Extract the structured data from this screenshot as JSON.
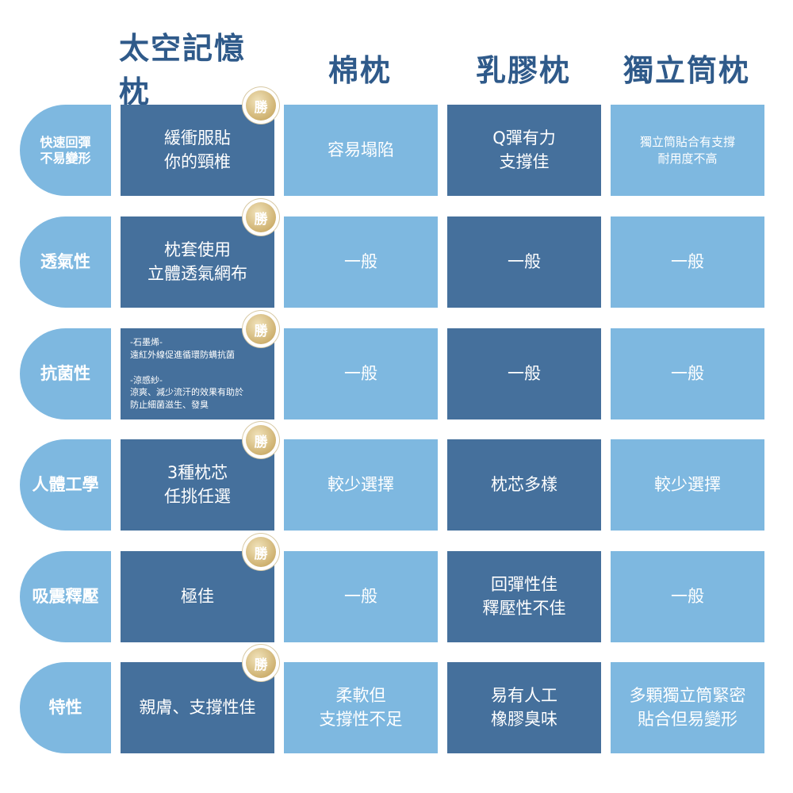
{
  "columns": [
    "太空記憶枕",
    "棉枕",
    "乳膠枕",
    "獨立筒枕"
  ],
  "badge": "勝",
  "rows": [
    {
      "label": "快速回彈\n不易變形",
      "cells": [
        "緩衝服貼\n你的頸椎",
        "容易塌陷",
        "Q彈有力\n支撐佳",
        "獨立筒貼合有支撐\n耐用度不高"
      ]
    },
    {
      "label": "透氣性",
      "cells": [
        "枕套使用\n立體透氣網布",
        "一般",
        "一般",
        "一般"
      ]
    },
    {
      "label": "抗菌性",
      "cells": [
        "-石墨烯-\n遠紅外線促進循環防螨抗菌\n\n-涼感紗-\n涼爽、減少流汗的效果有助於\n防止細菌滋生、發臭",
        "一般",
        "一般",
        "一般"
      ]
    },
    {
      "label": "人體工學",
      "cells": [
        "3種枕芯\n任挑任選",
        "較少選擇",
        "枕芯多樣",
        "較少選擇"
      ]
    },
    {
      "label": "吸震釋壓",
      "cells": [
        "極佳",
        "一般",
        "回彈性佳\n釋壓性不佳",
        "一般"
      ]
    },
    {
      "label": "特性",
      "cells": [
        "親膚、支撐性佳",
        "柔軟但\n支撐性不足",
        "易有人工\n橡膠臭味",
        "多顆獨立筒緊密\n貼合但易變形"
      ]
    }
  ]
}
